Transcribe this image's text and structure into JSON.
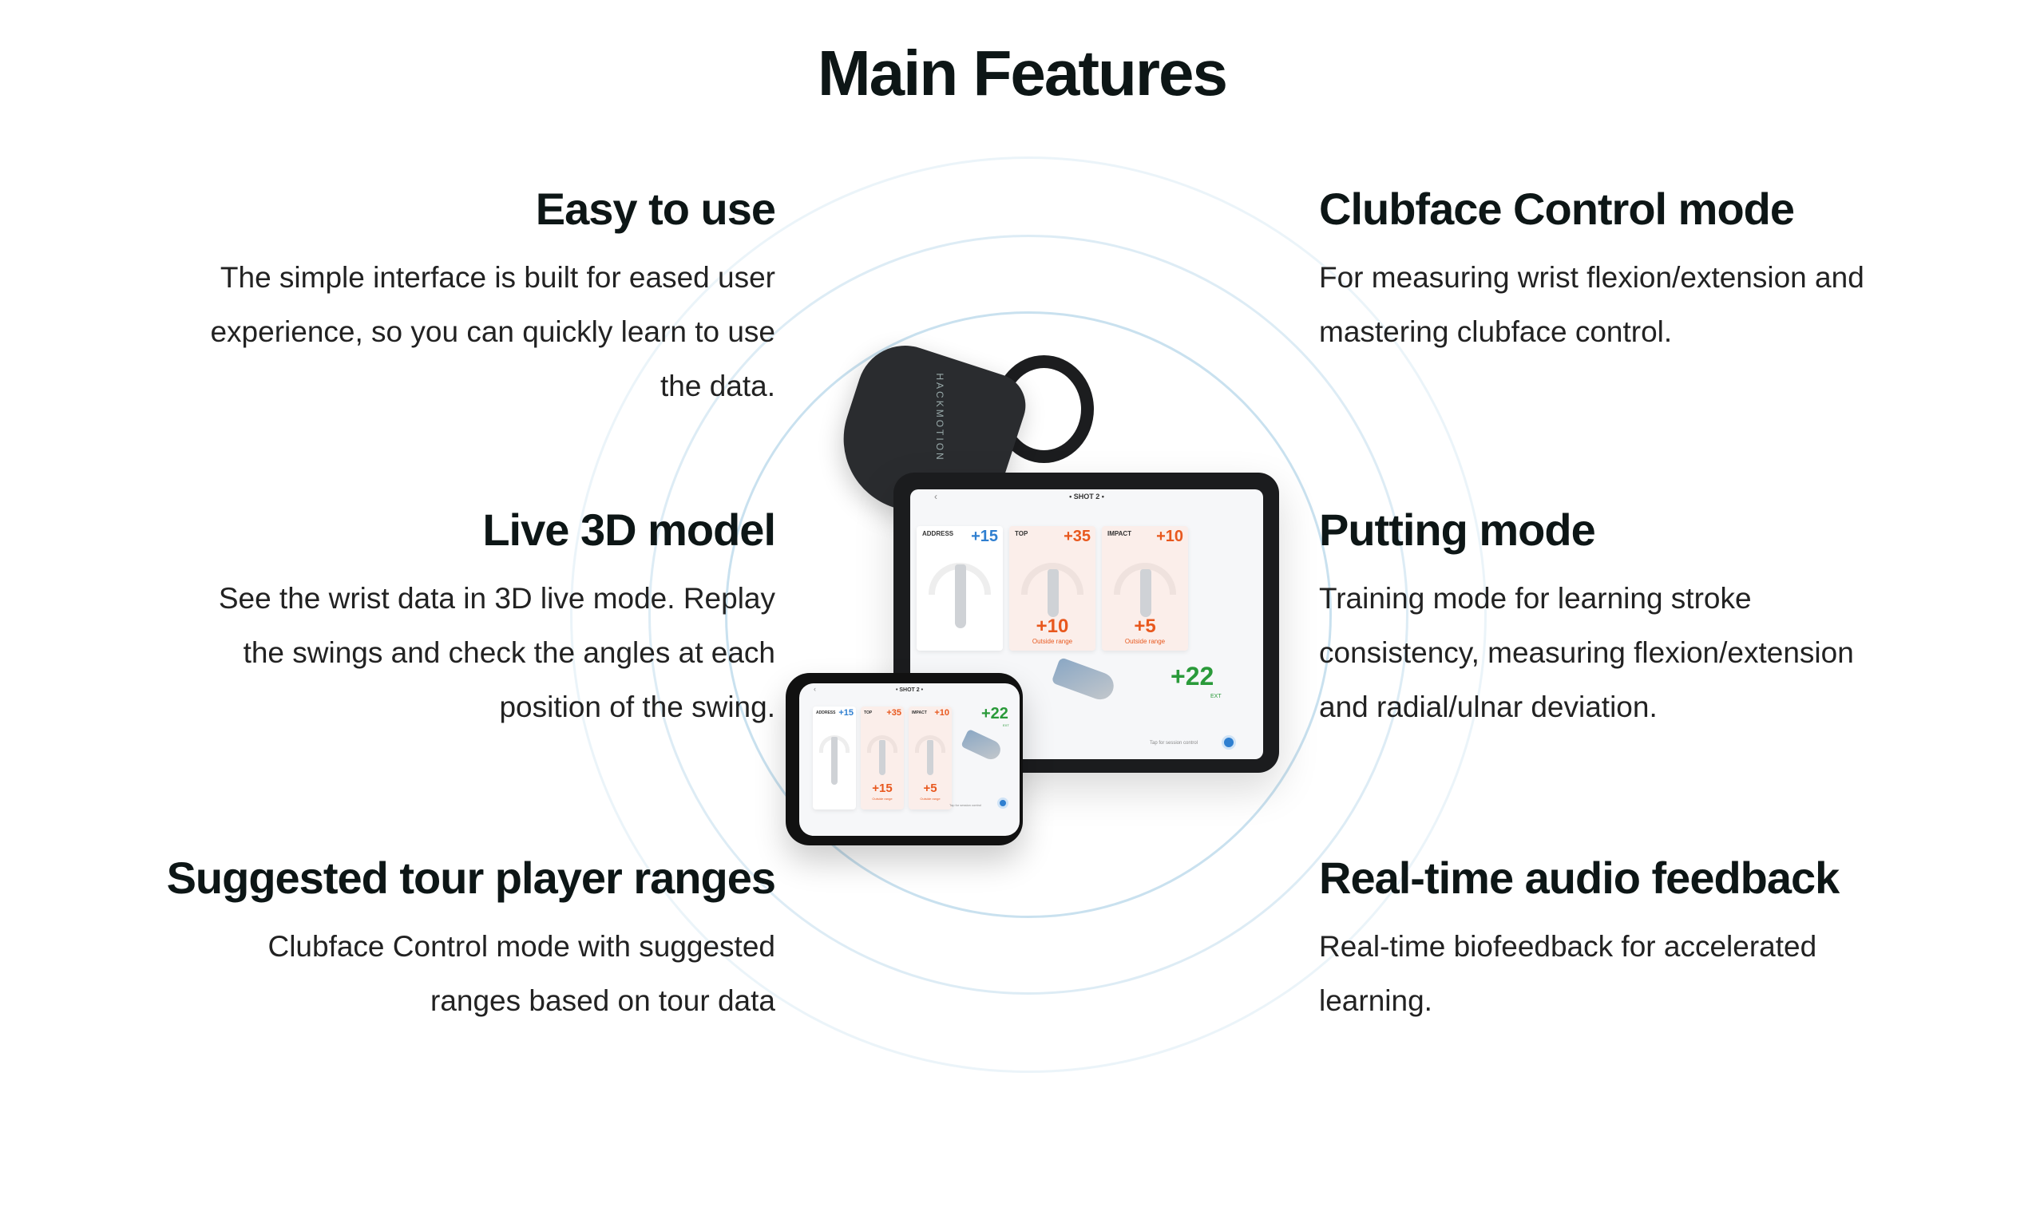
{
  "title": "Main Features",
  "left": [
    {
      "heading": "Easy to use",
      "lines": [
        "The simple interface is built for eased user",
        "experience, so you can quickly learn to use",
        "the data."
      ]
    },
    {
      "heading": "Live 3D model",
      "lines": [
        "See the wrist data in 3D live mode. Replay",
        "the swings and check the angles at each",
        "position of the swing."
      ]
    },
    {
      "heading": "Suggested tour player ranges",
      "lines": [
        "Clubface Control mode with suggested",
        "ranges based on tour data"
      ]
    }
  ],
  "right": [
    {
      "heading": "Clubface Control mode",
      "lines": [
        "For measuring wrist flexion/extension and",
        "mastering clubface control."
      ]
    },
    {
      "heading": "Putting mode",
      "lines": [
        "Training mode for learning stroke",
        "consistency, measuring flexion/extension",
        "and radial/ulnar deviation."
      ]
    },
    {
      "heading": "Real-time audio feedback",
      "lines": [
        "Real-time biofeedback for accelerated",
        "learning."
      ]
    }
  ],
  "device": {
    "brand": "HACKMOTION",
    "tablet": {
      "shot": "• SHOT 2 •",
      "address_label": "ADDRESS",
      "address_value": "+15",
      "top_label": "TOP",
      "top_value": "+35",
      "top_big": "+10",
      "top_note": "Outside range",
      "impact_label": "IMPACT",
      "impact_value": "+10",
      "impact_big": "+5",
      "impact_note": "Outside range",
      "live_value": "+22",
      "live_unit": "EXT",
      "tap": "Tap for session control"
    },
    "phone": {
      "shot": "• SHOT 2 •",
      "address_label": "ADDRESS",
      "address_value": "+15",
      "top_label": "TOP",
      "top_value": "+35",
      "top_big": "+15",
      "top_note": "Outside range",
      "impact_label": "IMPACT",
      "impact_value": "+10",
      "impact_big": "+5",
      "impact_note": "Outside range",
      "live_value": "+22",
      "live_unit": "EXT",
      "tap": "Tap for session control"
    }
  },
  "colors": {
    "heading": "#0d1616",
    "body": "#222222",
    "blue": "#2f7fd0",
    "orange": "#e8581e",
    "green": "#2a9a3a",
    "ring": "#78b4d7"
  }
}
